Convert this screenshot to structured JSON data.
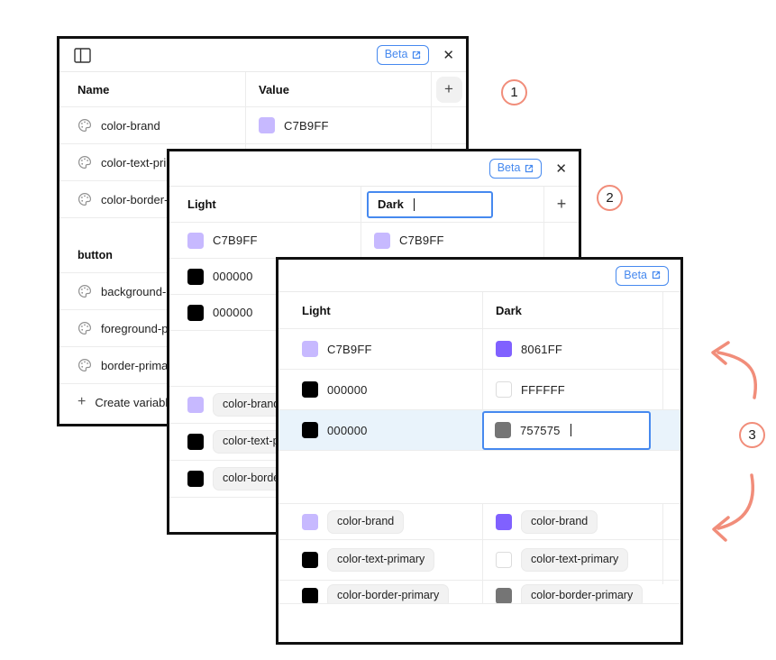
{
  "colors": {
    "accent_blue": "#4689ef",
    "annotation": "#f18d7a",
    "highlight_row": "#e9f3fb",
    "panel_border": "#101010"
  },
  "icons": {
    "close": "✕",
    "plus": "+"
  },
  "badge": {
    "label": "Beta"
  },
  "panel1": {
    "columns": {
      "name": "Name",
      "value": "Value"
    },
    "rows": [
      {
        "name": "color-brand",
        "hex": "C7B9FF",
        "color": "#C7B9FF"
      },
      {
        "name": "color-text-primary"
      },
      {
        "name": "color-border-primary"
      }
    ],
    "group_label": "button",
    "group_rows": [
      {
        "name": "background-primary"
      },
      {
        "name": "foreground-primary"
      },
      {
        "name": "border-primary"
      }
    ],
    "create_label": "Create variable"
  },
  "panel2": {
    "columns": {
      "light": "Light"
    },
    "mode_input_value": "Dark",
    "rows": [
      {
        "light_hex": "C7B9FF",
        "light_color": "#C7B9FF",
        "dark_hex": "C7B9FF",
        "dark_color": "#C7B9FF"
      },
      {
        "light_hex": "000000",
        "light_color": "#000000"
      },
      {
        "light_hex": "000000",
        "light_color": "#000000"
      }
    ],
    "chips": [
      {
        "label": "color-brand",
        "light_color": "#C7B9FF"
      },
      {
        "label": "color-text-primary",
        "light_color": "#000000"
      },
      {
        "label": "color-border-primary",
        "light_color": "#000000"
      }
    ]
  },
  "panel3": {
    "columns": {
      "light": "Light",
      "dark": "Dark"
    },
    "rows": [
      {
        "light_hex": "C7B9FF",
        "light_color": "#C7B9FF",
        "dark_hex": "8061FF",
        "dark_color": "#8061FF"
      },
      {
        "light_hex": "000000",
        "light_color": "#000000",
        "dark_hex": "FFFFFF",
        "dark_color": "#FFFFFF"
      },
      {
        "light_hex": "000000",
        "light_color": "#000000",
        "dark_hex": "757575",
        "dark_color": "#757575"
      }
    ],
    "chips": [
      {
        "label": "color-brand",
        "light_color": "#C7B9FF",
        "dark_color": "#8061FF"
      },
      {
        "label": "color-text-primary",
        "light_color": "#000000",
        "dark_color": "#FFFFFF"
      },
      {
        "label": "color-border-primary",
        "light_color": "#000000",
        "dark_color": "#757575"
      }
    ]
  },
  "annotations": {
    "steps": [
      "1",
      "2",
      "3"
    ]
  }
}
